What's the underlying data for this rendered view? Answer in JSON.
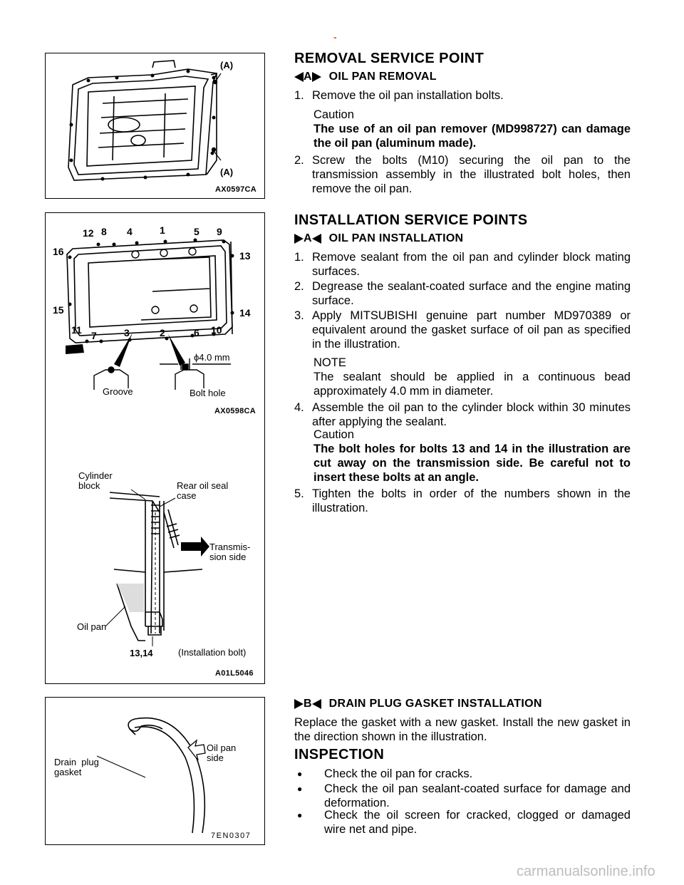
{
  "page": {
    "top_mark": "-",
    "watermark": "carmanualsonline.info"
  },
  "figures": {
    "fig1": {
      "code": "AX0597CA",
      "label_a_top": "(A)",
      "label_a_bottom": "(A)"
    },
    "fig2": {
      "code": "AX0598CA",
      "bolt_numbers": [
        "12",
        "8",
        "4",
        "1",
        "5",
        "9",
        "16",
        "13",
        "15",
        "14",
        "11",
        "7",
        "3",
        "2",
        "6",
        "10"
      ],
      "dimension": "ϕ4.0 mm",
      "groove": "Groove",
      "bolt_hole": "Bolt hole"
    },
    "fig3": {
      "code": "A01L5046",
      "cylinder_block": "Cylinder\nblock",
      "rear_oil_seal_case": "Rear oil seal\ncase",
      "transmission_side": "Transmis-\nsion side",
      "oil_pan": "Oil pan",
      "bolt_numbers": "13,14",
      "installation_bolt": "(Installation bolt)"
    },
    "fig4": {
      "code": "7EN0307",
      "oil_pan_side": "Oil pan\nside",
      "drain_plug_gasket": "Drain  plug\ngasket"
    }
  },
  "removal": {
    "title": "REMOVAL SERVICE POINT",
    "sub_letter": "A",
    "sub_title": "OIL PAN REMOVAL",
    "step1_num": "1.",
    "step1": "Remove the oil pan installation bolts.",
    "caution_label": "Caution",
    "caution_text": "The use of an oil pan remover (MD998727) can damage the oil pan (aluminum made).",
    "step2_num": "2.",
    "step2": "Screw the bolts (M10) securing the oil pan to the transmission assembly in the illustrated bolt holes, then remove the oil pan."
  },
  "installation": {
    "title": "INSTALLATION SERVICE POINTS",
    "sub_letter": "A",
    "sub_title": "OIL PAN INSTALLATION",
    "steps": [
      {
        "num": "1.",
        "text": "Remove sealant from the oil pan and cylinder block mating surfaces."
      },
      {
        "num": "2.",
        "text": "Degrease the sealant-coated surface and the engine mating surface."
      },
      {
        "num": "3.",
        "text": "Apply MITSUBISHI genuine part number MD970389 or equivalent around the gasket surface of oil pan as specified in the illustration."
      },
      {
        "num": "4.",
        "text": "Assemble the oil pan to the cylinder block within 30 minutes after applying the sealant."
      },
      {
        "num": "5.",
        "text": "Tighten the bolts in order of the numbers shown in the illustration."
      }
    ],
    "note_label": "NOTE",
    "note_text": "The sealant should be applied in a continuous bead approximately 4.0 mm in diameter.",
    "caution_label": "Caution",
    "caution_text": "The bolt holes for bolts 13 and 14 in the illustration are cut away on the transmission side. Be careful not to insert these bolts at an angle."
  },
  "drain": {
    "sub_letter": "B",
    "sub_title": "DRAIN PLUG GASKET INSTALLATION",
    "text": "Replace the gasket with a new gasket. Install the new gasket in the direction shown in the illustration."
  },
  "inspection": {
    "title": "INSPECTION",
    "bullet_glyph": "●",
    "items": [
      "Check the oil pan for cracks.",
      "Check the oil pan sealant-coated surface for damage and deformation.",
      "Check the oil screen for cracked, clogged or damaged wire net and pipe."
    ]
  }
}
